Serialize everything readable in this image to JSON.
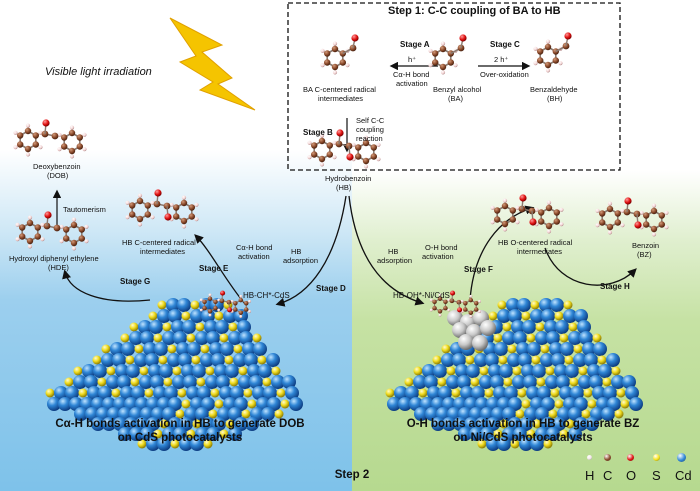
{
  "visible_light": "Visible light irradiation",
  "step1": {
    "title": "Step 1: C-C coupling of BA to HB",
    "stage_a": "Stage A",
    "stage_a_line1": "h⁺",
    "stage_a_line2": "Cα-H bond",
    "stage_a_line3": "activation",
    "stage_c": "Stage C",
    "stage_c_line1": "2 h⁺",
    "stage_c_line2": "Over-oxidation",
    "stage_b": "Stage B",
    "stage_b_line1": "Self C-C",
    "stage_b_line2": "coupling",
    "stage_b_line3": "reaction",
    "ba_radical_1": "BA C-centered radical",
    "ba_radical_2": "intermediates",
    "ba_1": "Benzyl alcohol",
    "ba_2": "(BA)",
    "bh_1": "Benzaldehyde",
    "bh_2": "(BH)"
  },
  "hb_1": "Hydrobenzoin",
  "hb_2": "(HB)",
  "left": {
    "dob_1": "Deoxybenzoin",
    "dob_2": "(DOB)",
    "tautomerism": "Tautomerism",
    "hde_1": "Hydroxyl diphenyl ethylene",
    "hde_2": "(HDE)",
    "stage_g": "Stage G",
    "hb_c_radical_1": "HB C-centered radical",
    "hb_c_radical_2": "intermediates",
    "stage_e": "Stage E",
    "stage_e_line1": "Cα-H bond",
    "stage_e_line2": "activation",
    "hb_adsorption_1": "HB",
    "hb_adsorption_2": "adsorption",
    "surface_label": "HB-CH*-CdS",
    "stage_d": "Stage D",
    "title_line1": "Cα-H bonds activation in HB to generate DOB",
    "title_line2": "on CdS photocatalysts"
  },
  "right": {
    "hb_adsorption_1": "HB",
    "hb_adsorption_2": "adsorption",
    "oh_bond_1": "O-H bond",
    "oh_bond_2": "activation",
    "stage_f": "Stage F",
    "hb_o_radical_1": "HB O-centered radical",
    "hb_o_radical_2": "intermediates",
    "bz_1": "Benzoin",
    "bz_2": "(BZ)",
    "stage_h": "Stage H",
    "surface_label": "HB-OH*-Ni/CdS",
    "title_line1": "O-H bonds activation in HB to generate BZ",
    "title_line2": "on Ni/CdS photocatalysts"
  },
  "step2": "Step 2",
  "legend": [
    {
      "label": "H",
      "color": "#f2e6e6"
    },
    {
      "label": "C",
      "color": "#8b4a2b"
    },
    {
      "label": "O",
      "color": "#e01010"
    },
    {
      "label": "S",
      "color": "#f5e21a"
    },
    {
      "label": "Cd",
      "color": "#2f86d6"
    }
  ],
  "colors": {
    "cd": "#2f86d6",
    "s": "#f0dc1e",
    "ni": "#c8c8c8",
    "carbon": "#8b4a2b",
    "oxygen": "#e01010",
    "hydrogen": "#f4d6d6"
  }
}
